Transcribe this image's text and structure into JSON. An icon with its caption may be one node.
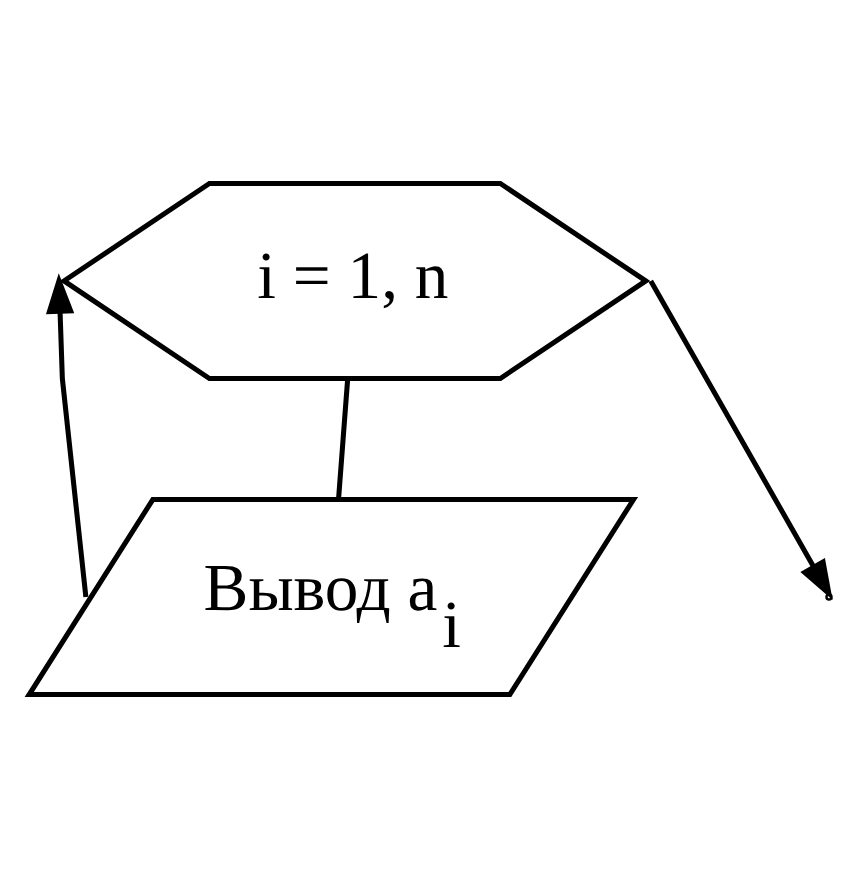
{
  "diagram": {
    "nodes": [
      {
        "text": [
          "i = 1, n"
        ]
      },
      {
        "text": [
          "Вывод a$_{i}$"
        ]
      }
    ],
    "edges": [
      {
        "from": 0,
        "to": 1,
        "arrow": "none"
      },
      {
        "from": 1,
        "to": 0,
        "arrow": "to"
      },
      {
        "from": 0,
        "to": null,
        "arrow": "to"
      }
    ]
  }
}
